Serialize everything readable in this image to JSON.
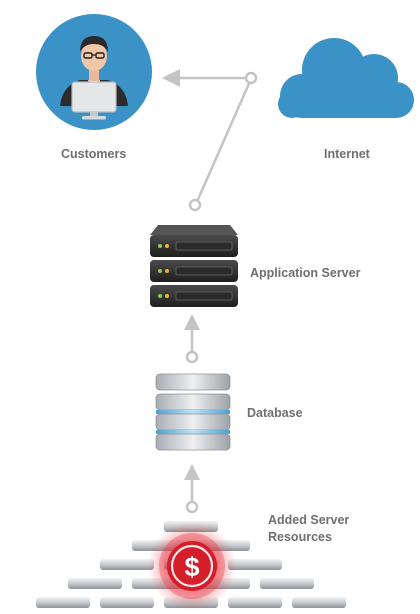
{
  "labels": {
    "customers": "Customers",
    "internet": "Internet",
    "application_server": "Application Server",
    "database": "Database",
    "added_resources": "Added Server\nResources"
  },
  "icons": {
    "customers": "customer-at-computer-icon",
    "internet": "cloud-icon",
    "application_server": "server-rack-icon",
    "database": "database-stack-icon",
    "added_resources": "server-pyramid-icon",
    "cost": "dollar-icon"
  },
  "cost_symbol": "$",
  "colors": {
    "accent_blue": "#3a92c6",
    "label_gray": "#6f6f6f",
    "connector_gray": "#c4c4c4",
    "cost_red": "#d41e2a"
  }
}
